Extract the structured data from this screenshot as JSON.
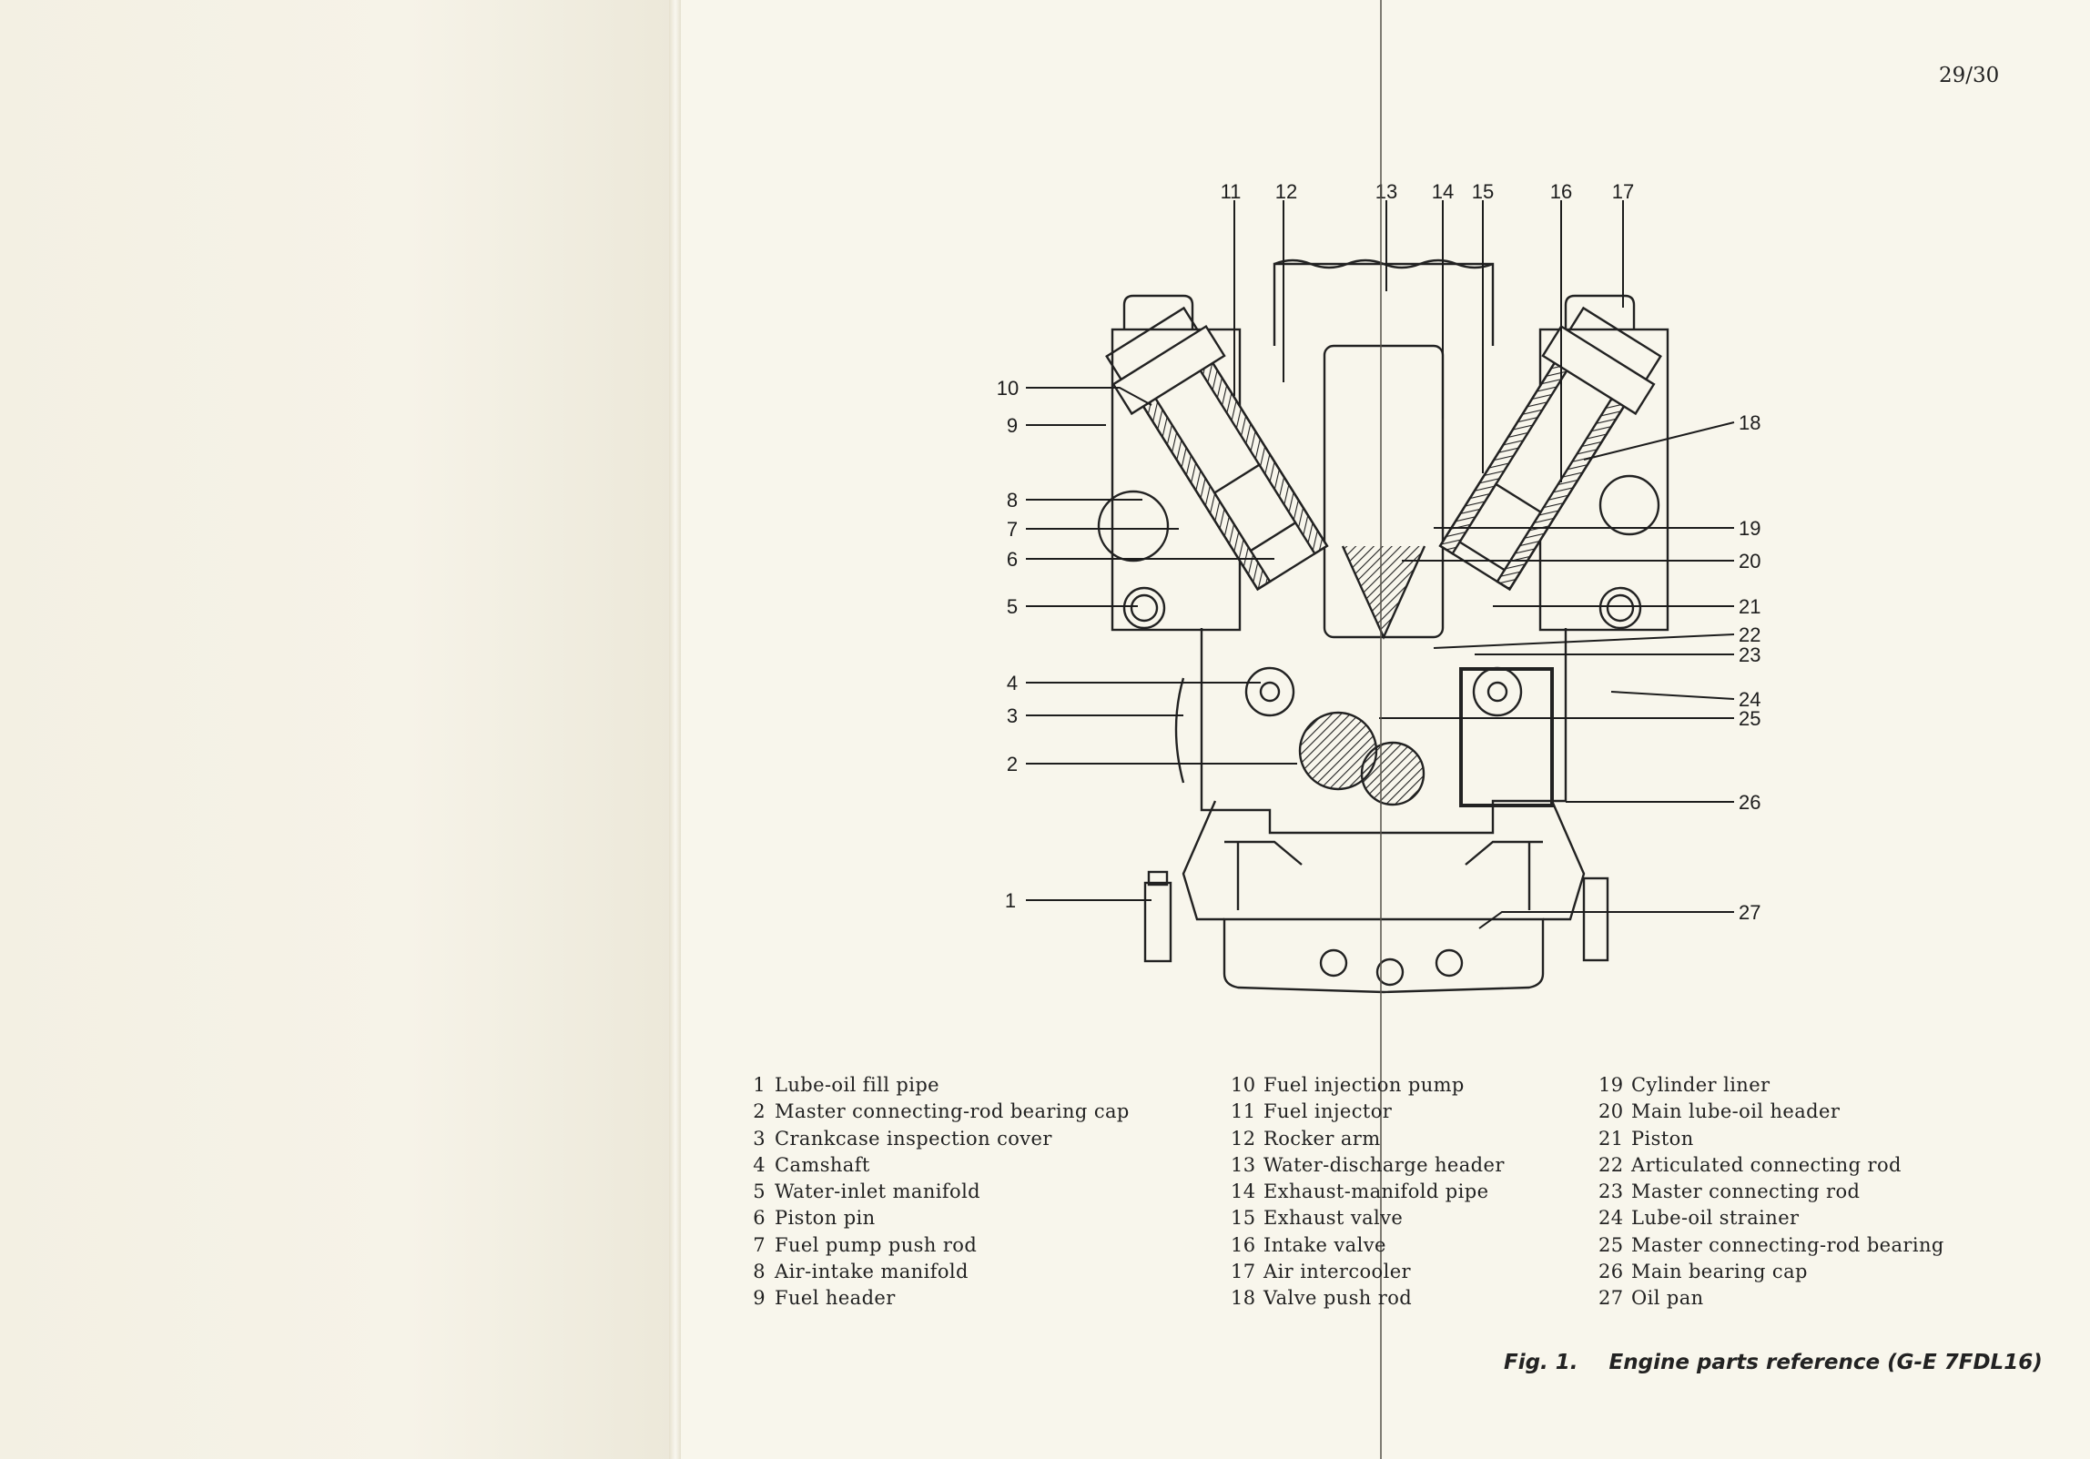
{
  "page_number": "29/30",
  "diagram": {
    "callouts": [
      "1",
      "2",
      "3",
      "4",
      "5",
      "6",
      "7",
      "8",
      "9",
      "10",
      "11",
      "12",
      "13",
      "14",
      "15",
      "16",
      "17",
      "18",
      "19",
      "20",
      "21",
      "22",
      "23",
      "24",
      "25",
      "26",
      "27"
    ]
  },
  "legend": {
    "col1": [
      {
        "num": "1",
        "text": "Lube-oil fill pipe"
      },
      {
        "num": "2",
        "text": "Master connecting-rod bearing cap"
      },
      {
        "num": "3",
        "text": "Crankcase inspection cover"
      },
      {
        "num": "4",
        "text": "Camshaft"
      },
      {
        "num": "5",
        "text": "Water-inlet manifold"
      },
      {
        "num": "6",
        "text": "Piston pin"
      },
      {
        "num": "7",
        "text": "Fuel pump push rod"
      },
      {
        "num": "8",
        "text": "Air-intake manifold"
      },
      {
        "num": "9",
        "text": "Fuel header"
      }
    ],
    "col2": [
      {
        "num": "10",
        "text": "Fuel injection pump"
      },
      {
        "num": "11",
        "text": "Fuel injector"
      },
      {
        "num": "12",
        "text": "Rocker arm"
      },
      {
        "num": "13",
        "text": "Water-discharge header"
      },
      {
        "num": "14",
        "text": "Exhaust-manifold pipe"
      },
      {
        "num": "15",
        "text": "Exhaust valve"
      },
      {
        "num": "16",
        "text": "Intake valve"
      },
      {
        "num": "17",
        "text": "Air intercooler"
      },
      {
        "num": "18",
        "text": "Valve push rod"
      }
    ],
    "col3": [
      {
        "num": "19",
        "text": "Cylinder liner"
      },
      {
        "num": "20",
        "text": "Main lube-oil header"
      },
      {
        "num": "21",
        "text": "Piston"
      },
      {
        "num": "22",
        "text": "Articulated connecting rod"
      },
      {
        "num": "23",
        "text": "Master connecting rod"
      },
      {
        "num": "24",
        "text": "Lube-oil strainer"
      },
      {
        "num": "25",
        "text": "Master connecting-rod bearing"
      },
      {
        "num": "26",
        "text": "Main bearing cap"
      },
      {
        "num": "27",
        "text": "Oil pan"
      }
    ]
  },
  "caption": {
    "fig_label": "Fig. 1.",
    "title": "Engine parts reference (G-E 7FDL16)"
  }
}
